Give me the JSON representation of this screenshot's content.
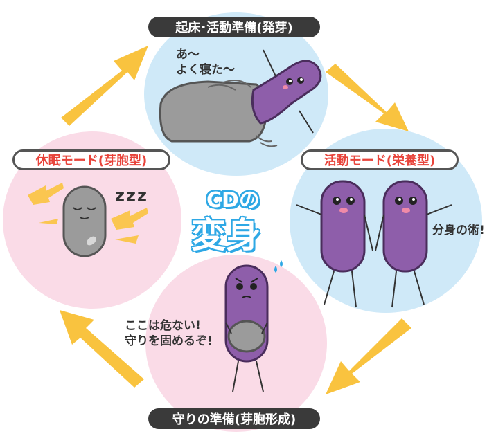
{
  "colors": {
    "blue_circle": "#cfe9f8",
    "pink_circle": "#fadbe7",
    "arrow": "#f9c33f",
    "cell_purple": "#8e5eaa",
    "spore_gray": "#9b9b9b",
    "title_blue": "#2ea8e5",
    "label_red": "#e8433a"
  },
  "stages": {
    "top": "起床･活動準備(発芽)",
    "right": "活動モード(栄養型)",
    "bottom": "守りの準備(芽胞形成)",
    "left": "休眠モード(芽胞型)"
  },
  "speech": {
    "wake": "あ～\nよく寝た～",
    "split": "分身の術!",
    "defend": "ここは危ない!\n守りを固めるぞ!",
    "sleep": "zzz"
  },
  "title": {
    "line1": "CDの",
    "line2": "変身"
  },
  "icons": [
    "cycle-arrow-icon",
    "bacterium-icon",
    "spore-icon",
    "sweat-drop-icon"
  ]
}
